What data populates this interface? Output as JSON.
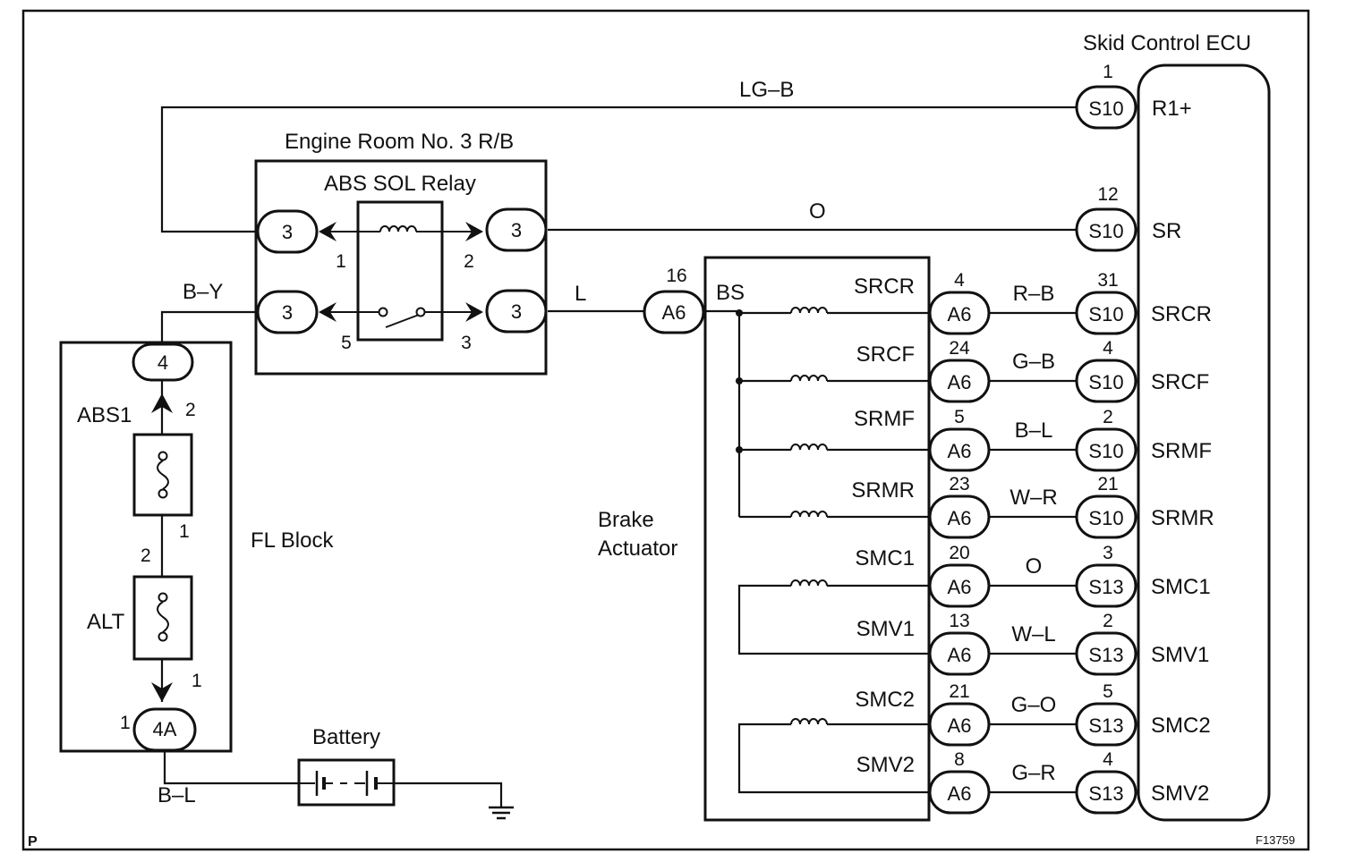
{
  "blocks": {
    "ecu": "Skid Control ECU",
    "relay_box": "Engine Room No. 3 R/B",
    "relay": "ABS SOL Relay",
    "fl_block": "FL Block",
    "actuator_line1": "Brake",
    "actuator_line2": "Actuator",
    "battery": "Battery",
    "bs": "BS"
  },
  "fuses": {
    "abs1": "ABS1",
    "alt": "ALT"
  },
  "relay_connectors": {
    "top_left": "3",
    "top_right": "3",
    "bottom_left": "3",
    "bottom_right": "3"
  },
  "relay_pins": {
    "p1": "1",
    "p2": "2",
    "p5": "5",
    "p3": "3"
  },
  "fl_connectors": {
    "top": "4",
    "bottom": "4A"
  },
  "fl_pins": {
    "abs1_top": "2",
    "abs1_bottom": "1",
    "alt_top": "2",
    "alt_bottom": "1",
    "conn_bottom": "1"
  },
  "wires": {
    "lg_b": "LG–B",
    "o_top": "O",
    "b_y": "B–Y",
    "l": "L",
    "b_l": "B–L"
  },
  "supply_connector": {
    "pin": "16",
    "name": "A6"
  },
  "ecu_rows": [
    {
      "terminal": "R1+",
      "pin": "1",
      "conn": "S10"
    },
    {
      "terminal": "SR",
      "pin": "12",
      "conn": "S10"
    }
  ],
  "actuator_rows": [
    {
      "solenoid": "SRCR",
      "a_pin": "4",
      "a_conn": "A6",
      "wire": "R–B",
      "s_pin": "31",
      "s_conn": "S10",
      "terminal": "SRCR"
    },
    {
      "solenoid": "SRCF",
      "a_pin": "24",
      "a_conn": "A6",
      "wire": "G–B",
      "s_pin": "4",
      "s_conn": "S10",
      "terminal": "SRCF"
    },
    {
      "solenoid": "SRMF",
      "a_pin": "5",
      "a_conn": "A6",
      "wire": "B–L",
      "s_pin": "2",
      "s_conn": "S10",
      "terminal": "SRMF"
    },
    {
      "solenoid": "SRMR",
      "a_pin": "23",
      "a_conn": "A6",
      "wire": "W–R",
      "s_pin": "21",
      "s_conn": "S10",
      "terminal": "SRMR"
    },
    {
      "solenoid": "SMC1",
      "a_pin": "20",
      "a_conn": "A6",
      "wire": "O",
      "s_pin": "3",
      "s_conn": "S13",
      "terminal": "SMC1"
    },
    {
      "solenoid": "SMV1",
      "a_pin": "13",
      "a_conn": "A6",
      "wire": "W–L",
      "s_pin": "2",
      "s_conn": "S13",
      "terminal": "SMV1"
    },
    {
      "solenoid": "SMC2",
      "a_pin": "21",
      "a_conn": "A6",
      "wire": "G–O",
      "s_pin": "5",
      "s_conn": "S13",
      "terminal": "SMC2"
    },
    {
      "solenoid": "SMV2",
      "a_pin": "8",
      "a_conn": "A6",
      "wire": "G–R",
      "s_pin": "4",
      "s_conn": "S13",
      "terminal": "SMV2"
    }
  ],
  "corner": {
    "left": "P",
    "right": "F13759"
  }
}
